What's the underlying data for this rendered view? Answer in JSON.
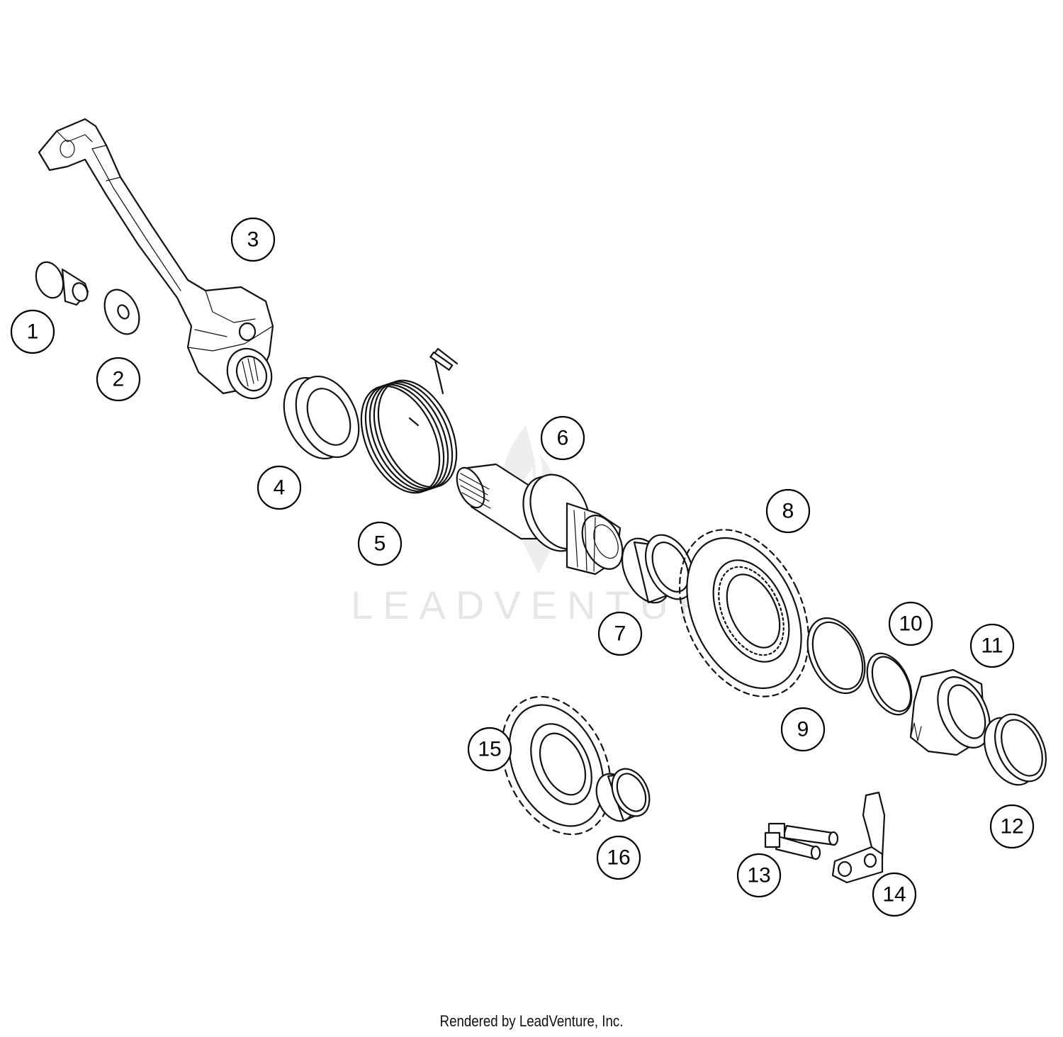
{
  "watermark": {
    "text": "LEADVENTURE"
  },
  "footer": {
    "text": "Rendered by LeadVenture, Inc."
  },
  "callouts": [
    "1",
    "2",
    "3",
    "4",
    "5",
    "6",
    "7",
    "8",
    "9",
    "10",
    "11",
    "12",
    "13",
    "14",
    "15",
    "16"
  ],
  "colors": {
    "line": "#111111",
    "background": "#ffffff",
    "watermark": "#e6e6e6"
  }
}
